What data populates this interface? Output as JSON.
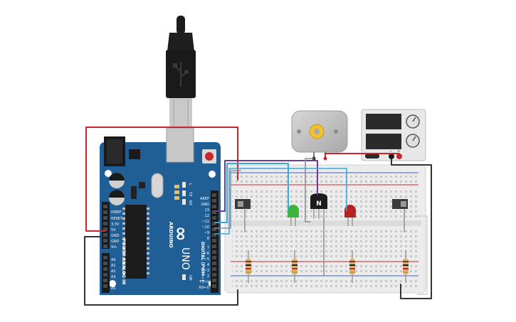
{
  "board": {
    "brand": "ARDUINO",
    "model": "UNO",
    "uno_mark": "∞",
    "power_header_label": "POWER",
    "power_pins": [
      "IOREF",
      "RESET",
      "3.3V",
      "5V",
      "GND",
      "GND",
      "Vin"
    ],
    "analog_header_label": "ANALOG IN",
    "analog_pins": [
      "A0",
      "A1",
      "A2",
      "A3",
      "A4",
      "A5"
    ],
    "digital_header_label": "DIGITAL (PWM~)",
    "digital_top_pins": [
      "AREF",
      "GND",
      "13",
      "12",
      "~11",
      "~10",
      "~9",
      "8"
    ],
    "digital_bottom_pins": [
      "7",
      "~6",
      "~5",
      "4",
      "~3",
      "2",
      "TX→1",
      "RX←0"
    ],
    "led_labels": [
      "L",
      "TX",
      "RX"
    ],
    "on_label": "ON"
  },
  "transistor": {
    "label": "N"
  },
  "power_supply": {
    "minus_label": "−",
    "plus_label": "+"
  },
  "colors": {
    "board_blue": "#1f5f96",
    "wire_red": "#c8282d",
    "wire_dark": "#333333",
    "wire_purple": "#6a3d9a",
    "wire_cyan": "#3aa9d6",
    "wire_gray": "#8e8e8e",
    "led_green": "#3fb23c",
    "led_red": "#b52222"
  }
}
